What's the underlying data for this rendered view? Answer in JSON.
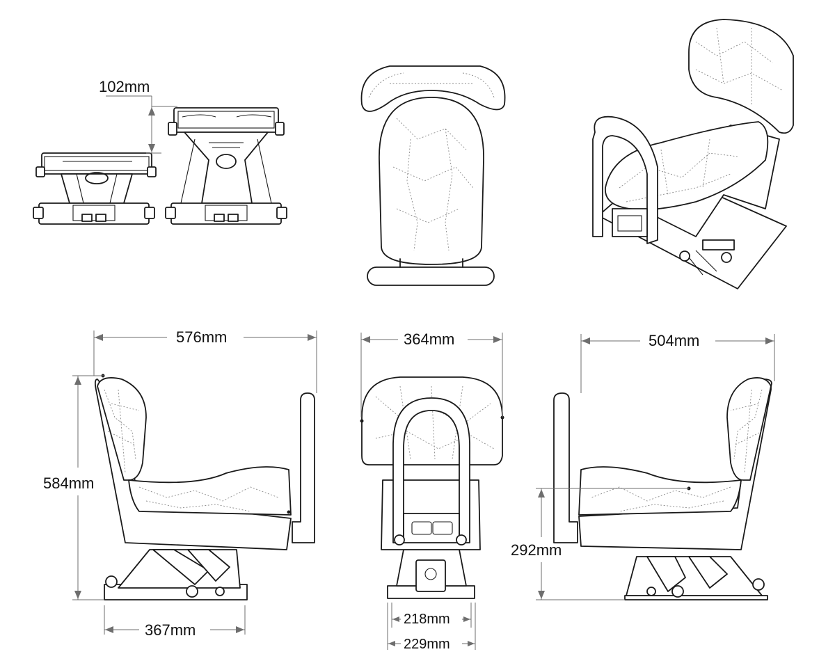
{
  "dimensions": {
    "slider_travel": "102mm",
    "overall_depth": "576mm",
    "overall_width": "364mm",
    "depth_right": "504mm",
    "overall_height": "584mm",
    "seat_height": "292mm",
    "base_length": "367mm",
    "base_inner_width": "218mm",
    "base_outer_width": "229mm"
  },
  "views": [
    "slider-retracted",
    "slider-extended",
    "top-view",
    "isometric-view",
    "left-side-view",
    "front-view",
    "right-side-view"
  ],
  "colors": {
    "line": "#1a1a1a",
    "dimension": "#6e6e6e",
    "stitch": "#8a8a8a",
    "background": "#ffffff"
  }
}
